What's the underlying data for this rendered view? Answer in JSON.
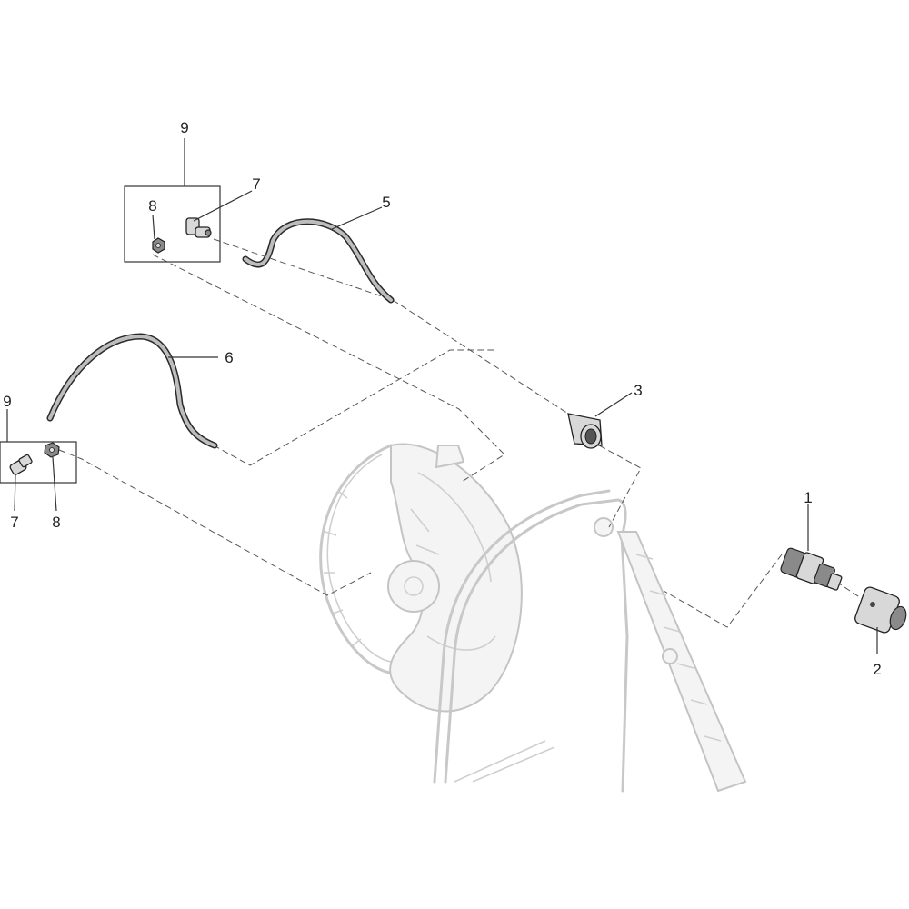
{
  "callouts": {
    "c1": "1",
    "c2": "2",
    "c3": "3",
    "c5": "5",
    "c6": "6",
    "c7_top": "7",
    "c8_top": "8",
    "c9_top": "9",
    "c7_left": "7",
    "c8_left": "8",
    "c9_left": "9"
  }
}
